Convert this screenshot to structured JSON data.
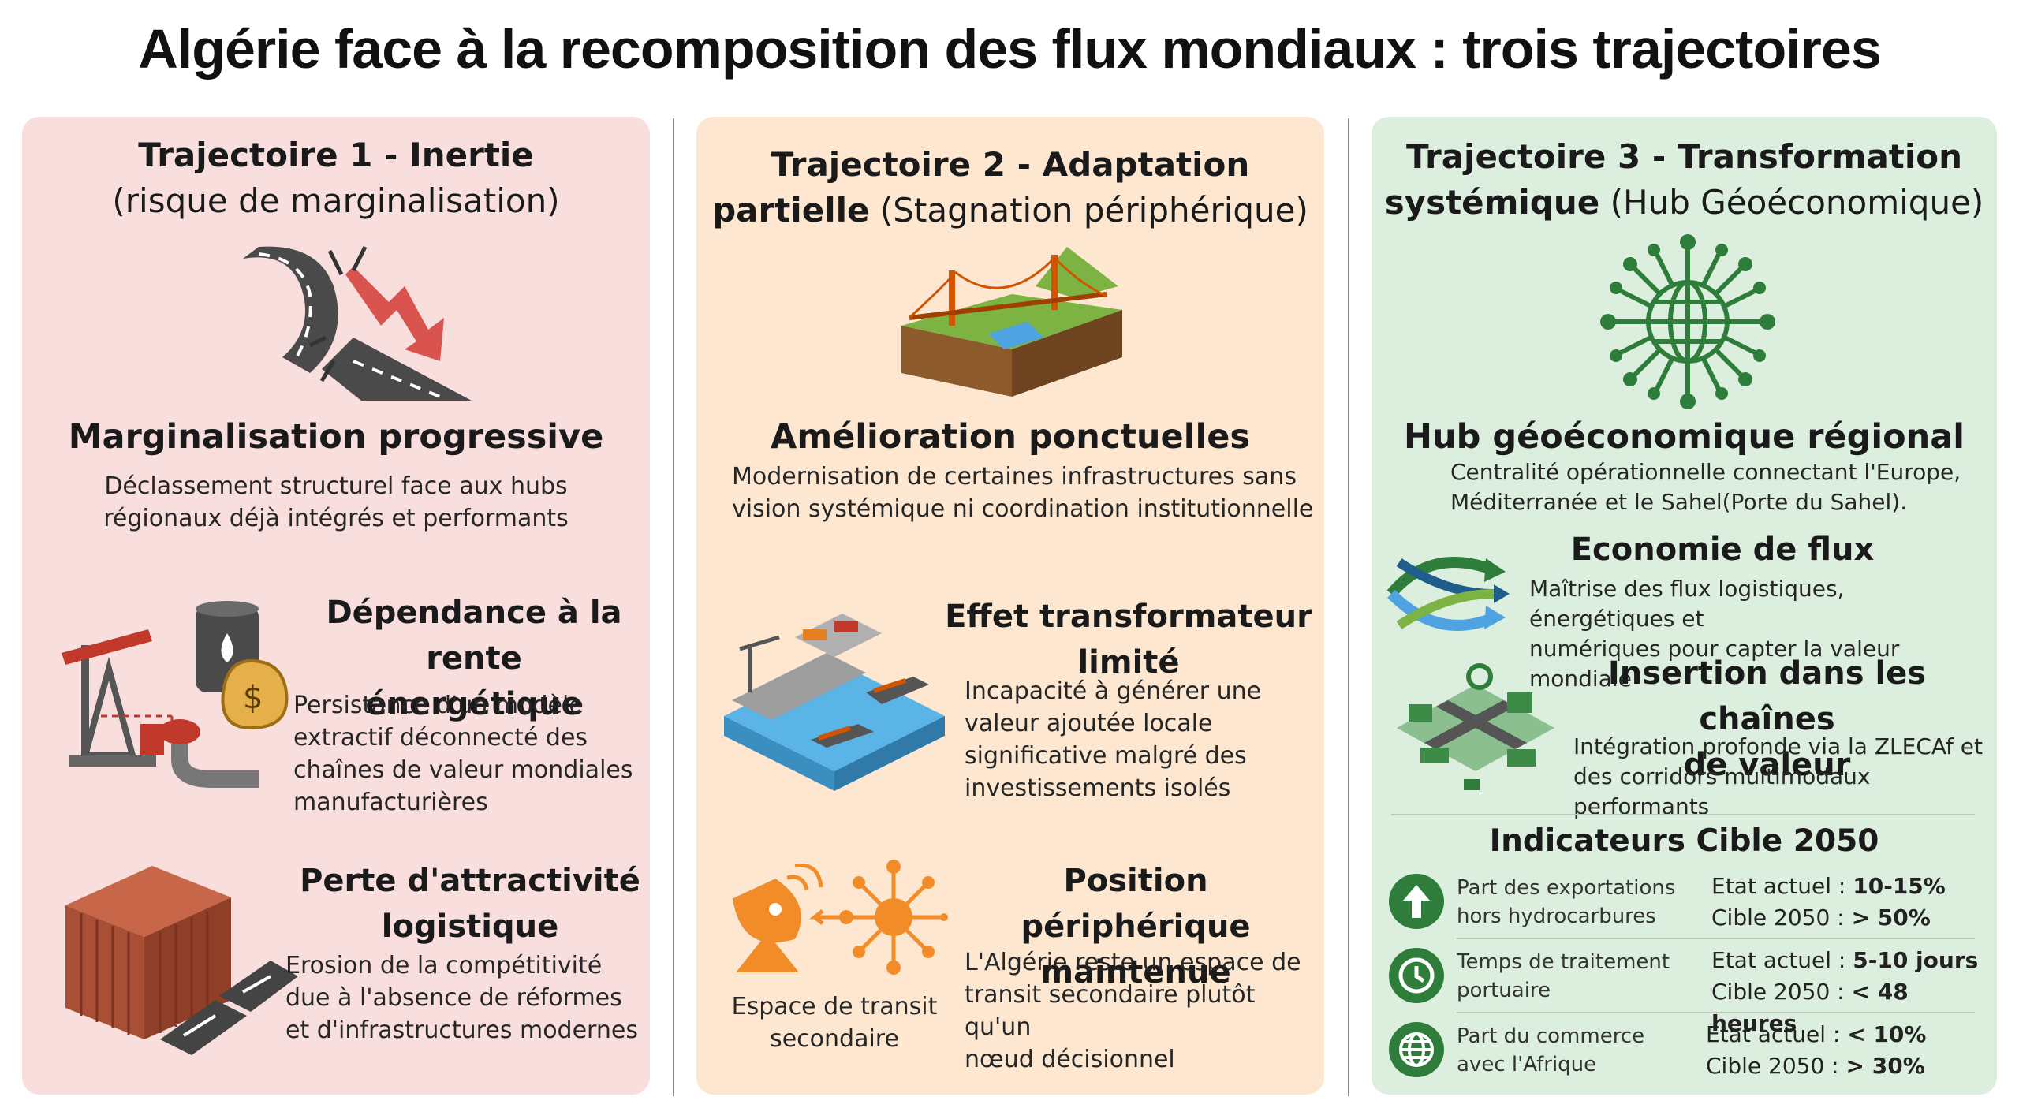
{
  "title": "Algérie face à la recomposition des flux mondiaux : trois trajectoires",
  "colors": {
    "panel1": "#f9dede",
    "panel2": "#fde7d0",
    "panel3": "#dcefdf",
    "green": "#2e7d3a",
    "orange": "#f28c28",
    "red": "#d9534f"
  },
  "t1": {
    "heading_line1": "Trajectoire 1 - Inertie",
    "heading_line2": "(risque de marginalisation)",
    "icon": "broken-road-icon",
    "s1_title": "Marginalisation progressive",
    "s1_desc_line1": "Déclassement structurel face aux hubs",
    "s1_desc_line2": "régionaux déjà intégrés et performants",
    "s2_icon": "oil-rent-icon",
    "s2_title_line1": "Dépendance à la rente",
    "s2_title_line2": "énergétique",
    "s2_desc_line1": "Persistance d'un modèle",
    "s2_desc_line2": "extractif déconnecté des",
    "s2_desc_line3": "chaînes de valeur mondiales",
    "s2_desc_line4": "manufacturières",
    "s3_icon": "container-road-icon",
    "s3_title_line1": "Perte d'attractivité",
    "s3_title_line2": "logistique",
    "s3_desc_line1": "Erosion de la compétitivité",
    "s3_desc_line2": "due à l'absence de réformes",
    "s3_desc_line3": "et d'infrastructures modernes"
  },
  "t2": {
    "heading_bold1": "Trajectoire 2 - Adaptation",
    "heading_bold2": "partielle",
    "heading_rest2": " (Stagnation périphérique)",
    "icon": "bridge-icon",
    "s1_title": "Amélioration ponctuelles",
    "s1_desc_line1": "Modernisation de certaines infrastructures sans",
    "s1_desc_line2": "vision systémique ni coordination institutionnelle",
    "s2_icon": "port-icon",
    "s2_title_line1": "Effet transformateur",
    "s2_title_line2": "limité",
    "s2_desc_line1": "Incapacité à générer une",
    "s2_desc_line2": "valeur ajoutée locale",
    "s2_desc_line3": "significative malgré des",
    "s2_desc_line4": "investissements isolés",
    "s3_icon": "satellite-network-icon",
    "s3_caption_line1": "Espace de transit",
    "s3_caption_line2": "secondaire",
    "s3_title_line1": "Position périphérique",
    "s3_title_line2": "maintenue",
    "s3_desc_line1": "L'Algérie reste un espace de",
    "s3_desc_line2": "transit secondaire plutôt qu'un",
    "s3_desc_line3": "nœud décisionnel"
  },
  "t3": {
    "heading_line1": "Trajectoire 3 - Transformation",
    "heading_bold2": "systémique",
    "heading_rest2": " (Hub Géoéconomique)",
    "icon": "globe-network-icon",
    "s1_title": "Hub géoéconomique régional",
    "s1_desc_line1": "Centralité opérationnelle connectant l'Europe,",
    "s1_desc_line2": "Méditerranée et le Sahel(Porte du Sahel).",
    "s2_icon": "flow-arrows-icon",
    "s2_title": "Economie de flux",
    "s2_desc_line1": "Maîtrise des flux logistiques, énergétiques et",
    "s2_desc_line2": "numériques pour capter la valeur mondiale",
    "s3_icon": "crossroads-logistics-icon",
    "s3_title_line1": "Insertion  dans les chaînes",
    "s3_title_line2": "de valeur",
    "s3_desc_line1": "Intégration profonde via la ZLECAf et",
    "s3_desc_line2": "des corridors multimodaux performants",
    "indicators_title": "Indicateurs Cible 2050",
    "indicators": [
      {
        "icon": "arrow-up-icon",
        "label_line1": "Part des exportations",
        "label_line2": "hors hydrocarbures",
        "current_label": "Etat actuel : ",
        "current_value": "10-15%",
        "target_label": "Cible 2050 : ",
        "target_value": "> 50%"
      },
      {
        "icon": "clock-icon",
        "label_line1": "Temps de traitement",
        "label_line2": "portuaire",
        "current_label": "Etat actuel : ",
        "current_value": "5-10 jours",
        "target_label": "Cible 2050 : ",
        "target_value": "< 48 heures"
      },
      {
        "icon": "globe-icon",
        "label_line1": "Part du commerce",
        "label_line2": "avec l'Afrique",
        "current_label": "Etat actuel : ",
        "current_value": "< 10%",
        "target_label": "Cible 2050 : ",
        "target_value": "> 30%"
      }
    ]
  }
}
